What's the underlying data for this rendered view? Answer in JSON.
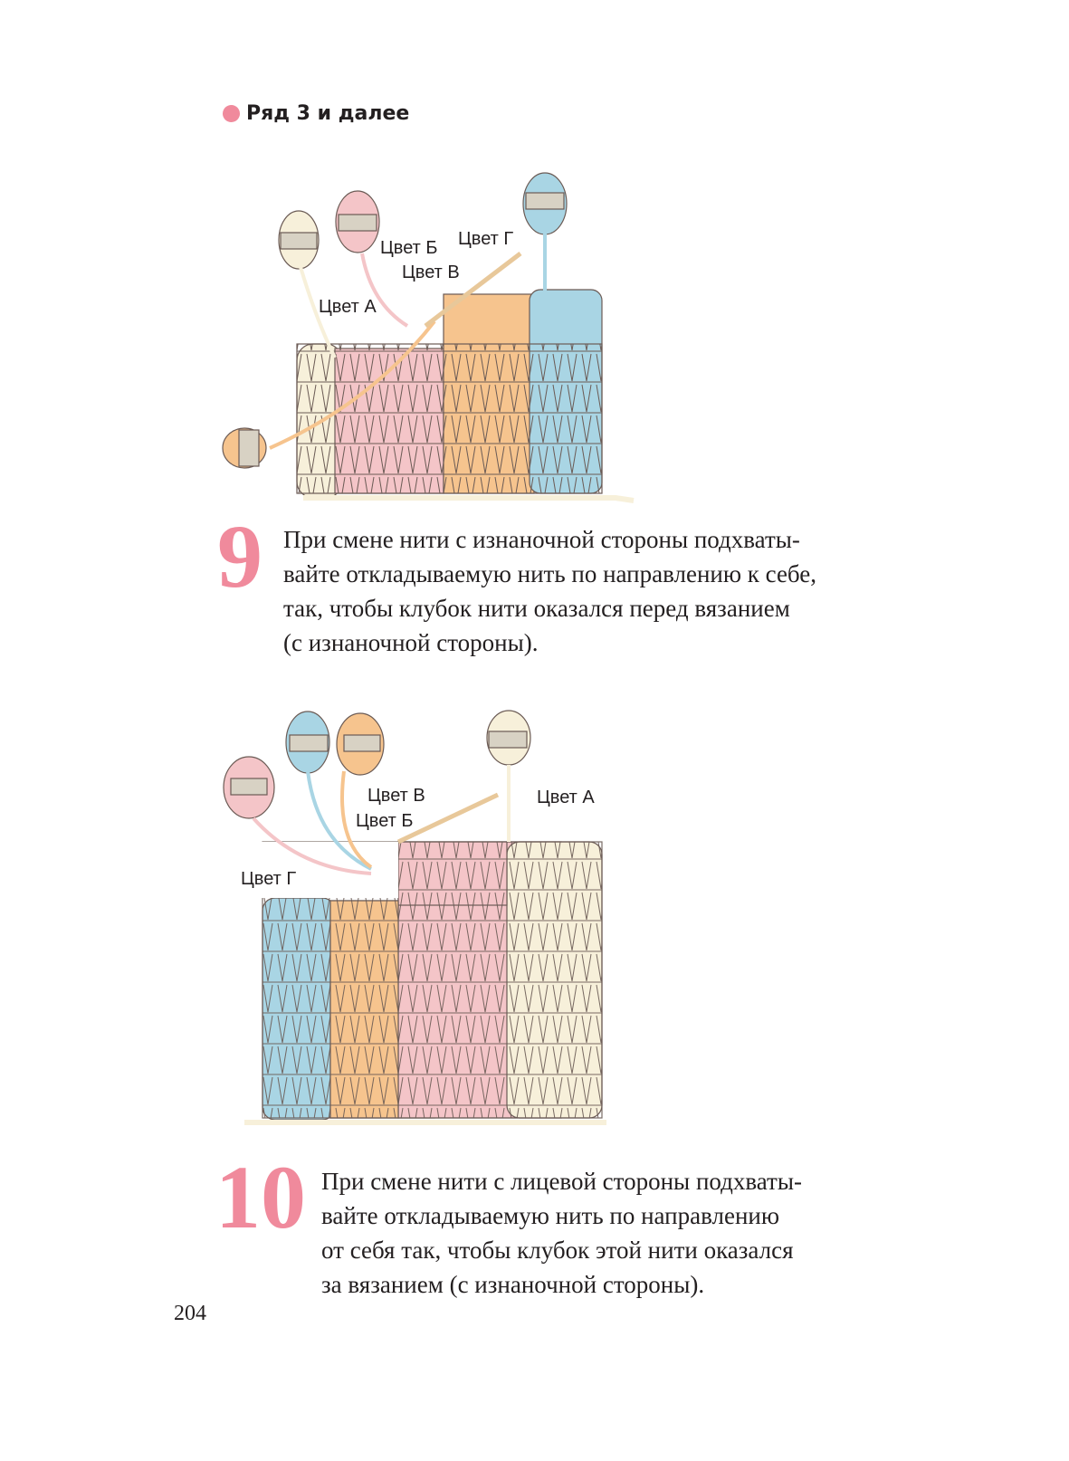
{
  "section_heading": "Ряд 3 и далее",
  "colors": {
    "accent": "#f08a9c",
    "color_a": "#f7f0da",
    "color_b": "#f4c5c8",
    "color_v": "#f6c48e",
    "color_g": "#a9d5e4"
  },
  "steps": [
    {
      "number": "9",
      "labels": {
        "a": "Цвет А",
        "b": "Цвет Б",
        "v": "Цвет В",
        "g": "Цвет Г"
      },
      "lines": [
        "При смене нити с изнаночной стороны подхваты-",
        "вайте откладываемую нить по направлению к себе,",
        "так, чтобы клубок нити оказался перед вязанием",
        "(с изнаночной стороны)."
      ]
    },
    {
      "number": "10",
      "labels": {
        "a": "Цвет А",
        "b": "Цвет Б",
        "v": "Цвет В",
        "g": "Цвет Г"
      },
      "lines": [
        "При смене нити с лицевой стороны подхваты-",
        "вайте откладываемую нить по направлению",
        "от себя так, чтобы клубок этой нити оказался",
        "за вязанием (с изнаночной стороны)."
      ]
    }
  ],
  "page_number": "204"
}
